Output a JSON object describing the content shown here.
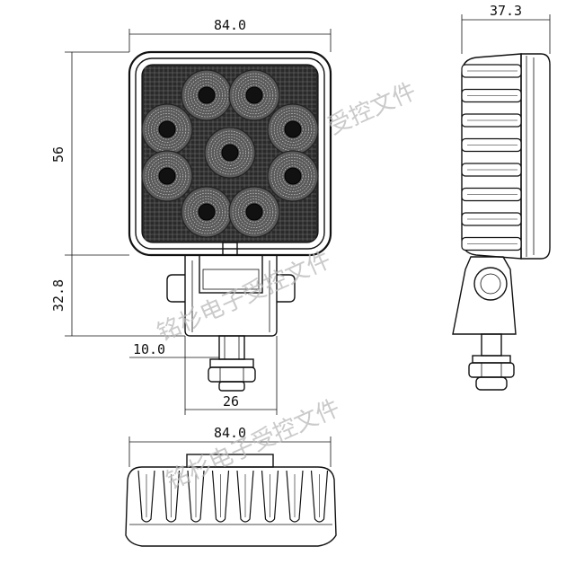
{
  "drawing": {
    "front_view": {
      "width_label": "84.0",
      "height_label": "56",
      "bracket_height_label": "32.8",
      "bolt_offset_label": "10.0",
      "bracket_width_label": "26",
      "led_count": 9
    },
    "side_view": {
      "depth_label": "37.3",
      "fin_count": 8
    },
    "bottom_view": {
      "width_label": "84.0",
      "fin_count": 8
    },
    "watermark": {
      "text_1": "铭杉电子受控文件",
      "text_2": "受控文件",
      "text_3": "铭杉电子受控文件"
    }
  }
}
